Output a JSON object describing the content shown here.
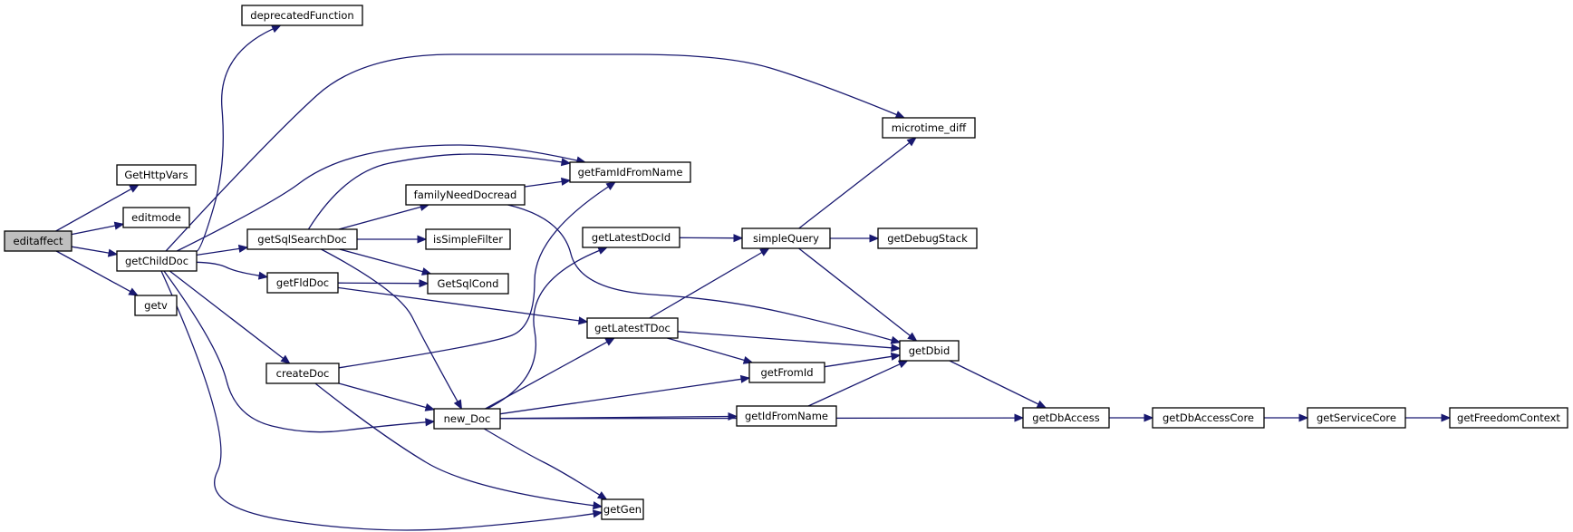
{
  "graph": {
    "nodes": [
      {
        "id": "editaffect",
        "label": "editaffect",
        "root": true
      },
      {
        "id": "GetHttpVars",
        "label": "GetHttpVars"
      },
      {
        "id": "editmode",
        "label": "editmode"
      },
      {
        "id": "getChildDoc",
        "label": "getChildDoc"
      },
      {
        "id": "getv",
        "label": "getv"
      },
      {
        "id": "deprecatedFunction",
        "label": "deprecatedFunction"
      },
      {
        "id": "getSqlSearchDoc",
        "label": "getSqlSearchDoc"
      },
      {
        "id": "getFldDoc",
        "label": "getFldDoc"
      },
      {
        "id": "createDoc",
        "label": "createDoc"
      },
      {
        "id": "familyNeedDocread",
        "label": "familyNeedDocread"
      },
      {
        "id": "getFamIdFromName",
        "label": "getFamIdFromName"
      },
      {
        "id": "isSimpleFilter",
        "label": "isSimpleFilter"
      },
      {
        "id": "GetSqlCond",
        "label": "GetSqlCond"
      },
      {
        "id": "new_Doc",
        "label": "new_Doc"
      },
      {
        "id": "getGen",
        "label": "getGen"
      },
      {
        "id": "getLatestDocId",
        "label": "getLatestDocId"
      },
      {
        "id": "getLatestTDoc",
        "label": "getLatestTDoc"
      },
      {
        "id": "simpleQuery",
        "label": "simpleQuery"
      },
      {
        "id": "microtime_diff",
        "label": "microtime_diff"
      },
      {
        "id": "getDebugStack",
        "label": "getDebugStack"
      },
      {
        "id": "getDbid",
        "label": "getDbid"
      },
      {
        "id": "getFromId",
        "label": "getFromId"
      },
      {
        "id": "getIdFromName",
        "label": "getIdFromName"
      },
      {
        "id": "getDbAccess",
        "label": "getDbAccess"
      },
      {
        "id": "getDbAccessCore",
        "label": "getDbAccessCore"
      },
      {
        "id": "getServiceCore",
        "label": "getServiceCore"
      },
      {
        "id": "getFreedomContext",
        "label": "getFreedomContext"
      }
    ],
    "edges": [
      [
        "editaffect",
        "GetHttpVars"
      ],
      [
        "editaffect",
        "editmode"
      ],
      [
        "editaffect",
        "getChildDoc"
      ],
      [
        "editaffect",
        "getv"
      ],
      [
        "getChildDoc",
        "deprecatedFunction"
      ],
      [
        "getChildDoc",
        "microtime_diff"
      ],
      [
        "getChildDoc",
        "getFamIdFromName"
      ],
      [
        "getChildDoc",
        "getSqlSearchDoc"
      ],
      [
        "getChildDoc",
        "getFldDoc"
      ],
      [
        "getChildDoc",
        "createDoc"
      ],
      [
        "getChildDoc",
        "new_Doc"
      ],
      [
        "getChildDoc",
        "getGen"
      ],
      [
        "getSqlSearchDoc",
        "getFamIdFromName"
      ],
      [
        "getSqlSearchDoc",
        "familyNeedDocread"
      ],
      [
        "getSqlSearchDoc",
        "isSimpleFilter"
      ],
      [
        "getSqlSearchDoc",
        "GetSqlCond"
      ],
      [
        "getSqlSearchDoc",
        "new_Doc"
      ],
      [
        "familyNeedDocread",
        "getFamIdFromName"
      ],
      [
        "familyNeedDocread",
        "getDbid"
      ],
      [
        "getFldDoc",
        "GetSqlCond"
      ],
      [
        "getFldDoc",
        "getLatestTDoc"
      ],
      [
        "createDoc",
        "getFamIdFromName"
      ],
      [
        "createDoc",
        "new_Doc"
      ],
      [
        "createDoc",
        "getGen"
      ],
      [
        "new_Doc",
        "getLatestDocId"
      ],
      [
        "new_Doc",
        "getLatestTDoc"
      ],
      [
        "new_Doc",
        "getFromId"
      ],
      [
        "new_Doc",
        "getIdFromName"
      ],
      [
        "new_Doc",
        "getDbAccess"
      ],
      [
        "new_Doc",
        "getGen"
      ],
      [
        "getLatestDocId",
        "simpleQuery"
      ],
      [
        "getLatestTDoc",
        "simpleQuery"
      ],
      [
        "getLatestTDoc",
        "getDbid"
      ],
      [
        "getLatestTDoc",
        "getFromId"
      ],
      [
        "simpleQuery",
        "microtime_diff"
      ],
      [
        "simpleQuery",
        "getDebugStack"
      ],
      [
        "simpleQuery",
        "getDbid"
      ],
      [
        "getFromId",
        "getDbid"
      ],
      [
        "getIdFromName",
        "getDbid"
      ],
      [
        "getDbid",
        "getDbAccess"
      ],
      [
        "getDbAccess",
        "getDbAccessCore"
      ],
      [
        "getDbAccessCore",
        "getServiceCore"
      ],
      [
        "getServiceCore",
        "getFreedomContext"
      ]
    ]
  },
  "colors": {
    "edge": "#191970",
    "node_border": "#000000",
    "root_fill": "#bfbfbf",
    "node_fill": "#ffffff"
  }
}
